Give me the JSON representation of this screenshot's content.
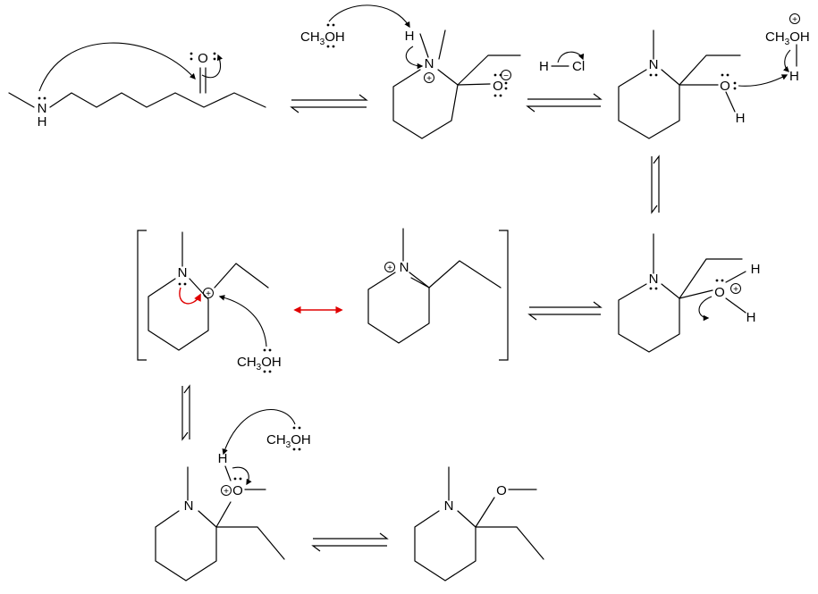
{
  "atoms": {
    "N": "N",
    "O": "O",
    "H": "H",
    "Cl": "Cl",
    "CH": "CH",
    "three": "3",
    "OH": "OH"
  },
  "charges": {
    "plus": "+",
    "minus": "−"
  },
  "colors": {
    "ink": "#000000",
    "resonance": "#e00000"
  }
}
